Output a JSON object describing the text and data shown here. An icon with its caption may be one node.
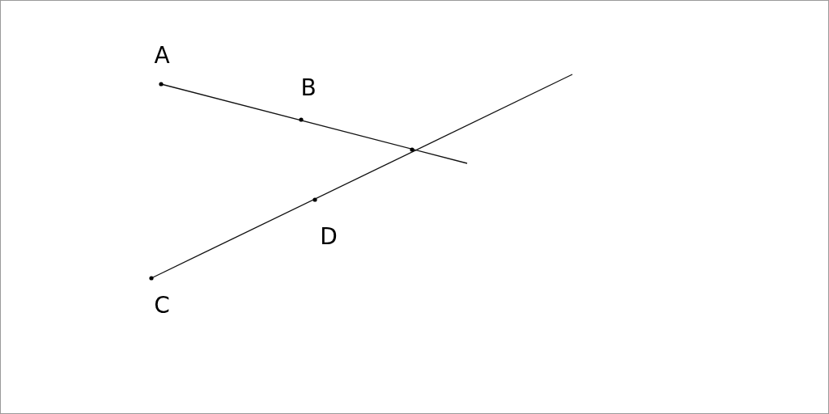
{
  "diagram": {
    "labels": [
      "A",
      "B",
      "D",
      "C"
    ]
  }
}
